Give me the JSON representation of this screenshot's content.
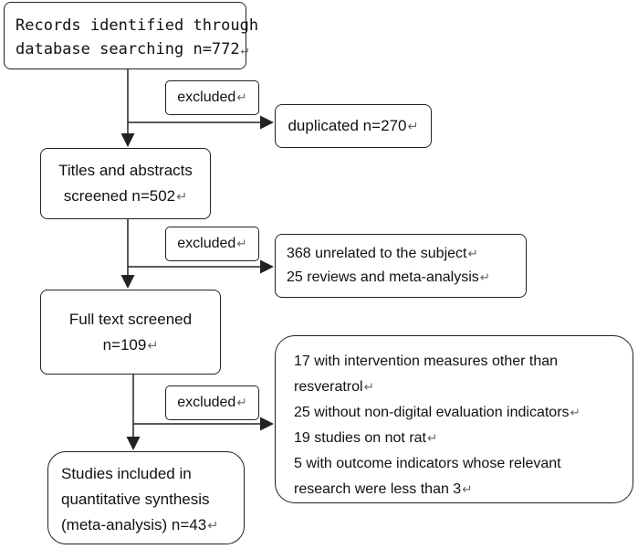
{
  "boxes": {
    "records": [
      "Records identified through",
      "database searching n=772"
    ],
    "titles": [
      "Titles and abstracts",
      "screened n=502"
    ],
    "fulltext": [
      "Full text screened",
      "n=109"
    ],
    "included": [
      "Studies included in",
      "quantitative synthesis",
      "(meta-analysis) n=43"
    ],
    "excluded_labels": [
      "excluded",
      "excluded",
      "excluded"
    ],
    "duplicated": [
      "duplicated n=270"
    ],
    "exclusion2": [
      "368 unrelated to the subject",
      "25 reviews and meta-analysis"
    ],
    "exclusion3": [
      "17 with intervention measures other than",
      "resveratrol",
      "25 without non-digital evaluation indicators",
      "19 studies on not rat",
      "5 with outcome indicators whose relevant",
      "research were less than 3"
    ]
  },
  "return_glyph": "↵"
}
